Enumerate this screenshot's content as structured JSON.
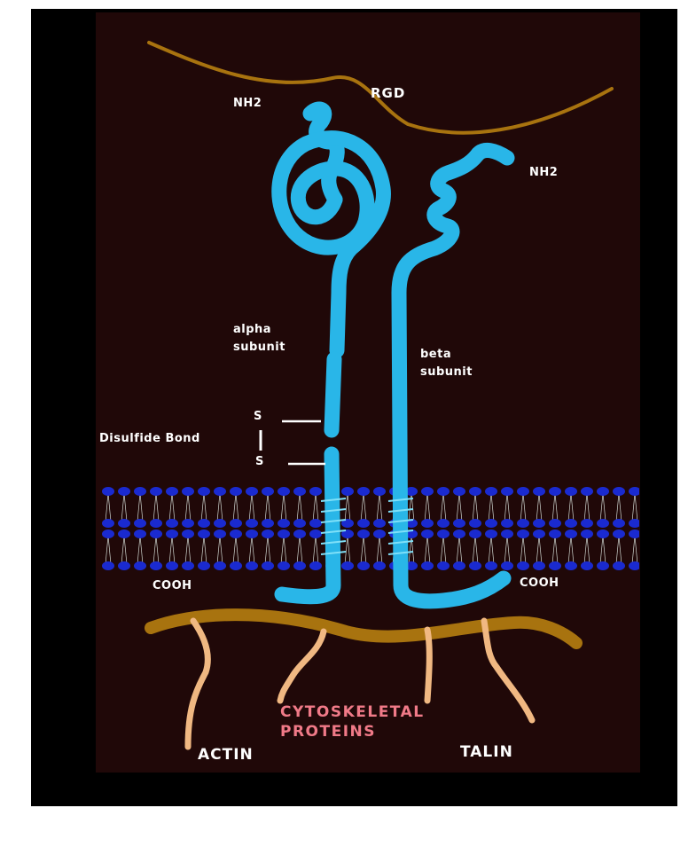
{
  "labels": {
    "rgd": "RGD",
    "nh2_alpha": "NH2",
    "nh2_beta": "NH2",
    "alpha_line1": "alpha",
    "alpha_line2": "subunit",
    "beta_line1": "beta",
    "beta_line2": "subunit",
    "s_top": "S",
    "disulfide": "Disulfide Bond",
    "s_bottom": "S",
    "cooh_left": "COOH",
    "cooh_right": "COOH",
    "cyto_line1": "CYTOSKELETAL",
    "cyto_line2": "PROTEINS",
    "actin": "ACTIN",
    "talin": "TALIN"
  },
  "colors": {
    "background_frame": "#000000",
    "background_panel": "#200808",
    "protein": "#29b6e8",
    "ligand_fiber": "#a8730f",
    "cytoskeleton_fiber": "#f0b882",
    "lipid_head": "#1a2ad0",
    "label_text": "#ffffff",
    "highlight_text": "#f07a88"
  }
}
